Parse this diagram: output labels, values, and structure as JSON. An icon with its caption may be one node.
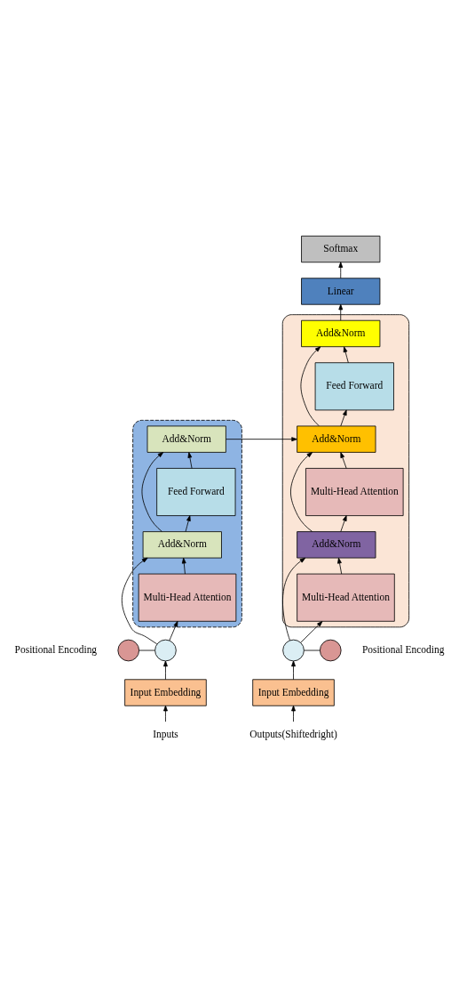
{
  "diagram": {
    "nodes": [
      {
        "text": [],
        "shape": "box"
      },
      {
        "text": [],
        "shape": "box"
      },
      {
        "text": [
          "Add&Norm"
        ],
        "in": 0
      },
      {
        "text": [
          "Feed Forward"
        ],
        "in": 0
      },
      {
        "text": [
          "Add&Norm"
        ],
        "in": 0
      },
      {
        "text": [
          "Multi-Head Attention"
        ],
        "in": 0
      },
      {
        "text": [
          "Add&Norm"
        ],
        "in": 1
      },
      {
        "text": [
          "Feed Forward"
        ],
        "in": 1
      },
      {
        "text": [
          "Add&Norm"
        ],
        "in": 1
      },
      {
        "text": [
          "Multi-Head Attention"
        ],
        "in": 1
      },
      {
        "text": [
          "Add&Norm"
        ],
        "in": 1
      },
      {
        "text": [
          "Multi-Head Attention"
        ],
        "in": 1
      },
      {
        "text": [
          "Softmax"
        ]
      },
      {
        "text": [
          "Linear"
        ]
      },
      {
        "text": [],
        "shape": "circle",
        "beside": [
          "Positional Encoding"
        ]
      },
      {
        "text": [],
        "shape": "circle"
      },
      {
        "text": [],
        "shape": "circle"
      },
      {
        "text": [],
        "shape": "circle",
        "beside": [
          "Positional Encoding"
        ]
      },
      {
        "text": [
          "Input Embedding"
        ]
      },
      {
        "text": [
          "Input Embedding"
        ]
      },
      {
        "text": [
          "Inputs"
        ]
      },
      {
        "text": [
          "Outputs(Shiftedright)"
        ]
      }
    ],
    "edges": [
      {
        "from": 20,
        "to": 18,
        "arrow": "to"
      },
      {
        "from": 18,
        "to": 15,
        "arrow": "to"
      },
      {
        "from": 14,
        "to": 15,
        "arrow": "none"
      },
      {
        "from": 15,
        "to": 5,
        "arrow": "to"
      },
      {
        "from": 15,
        "to": 4,
        "arrow": "to"
      },
      {
        "from": 5,
        "to": 4,
        "arrow": "to"
      },
      {
        "from": 4,
        "to": 3,
        "arrow": "to"
      },
      {
        "from": 4,
        "to": 2,
        "arrow": "to"
      },
      {
        "from": 3,
        "to": 2,
        "arrow": "to"
      },
      {
        "from": 2,
        "to": 8,
        "arrow": "to"
      },
      {
        "from": 21,
        "to": 19,
        "arrow": "to"
      },
      {
        "from": 19,
        "to": 16,
        "arrow": "to"
      },
      {
        "from": 17,
        "to": 16,
        "arrow": "none"
      },
      {
        "from": 16,
        "to": 11,
        "arrow": "to"
      },
      {
        "from": 16,
        "to": 10,
        "arrow": "to"
      },
      {
        "from": 11,
        "to": 10,
        "arrow": "to"
      },
      {
        "from": 10,
        "to": 9,
        "arrow": "to"
      },
      {
        "from": 10,
        "to": 8,
        "arrow": "to"
      },
      {
        "from": 9,
        "to": 8,
        "arrow": "to"
      },
      {
        "from": 8,
        "to": 7,
        "arrow": "to"
      },
      {
        "from": 8,
        "to": 6,
        "arrow": "to"
      },
      {
        "from": 7,
        "to": 6,
        "arrow": "to"
      },
      {
        "from": 6,
        "to": 13,
        "arrow": "to"
      },
      {
        "from": 13,
        "to": 12,
        "arrow": "to"
      }
    ]
  }
}
